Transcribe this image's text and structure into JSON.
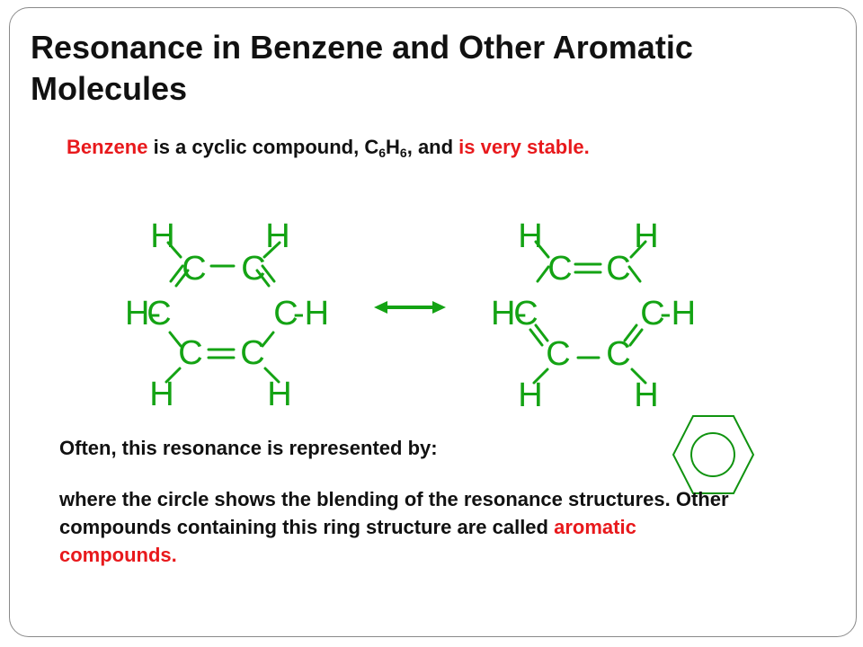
{
  "title": "Resonance in Benzene and Other Aromatic Molecules",
  "intro": {
    "part1": "Benzene",
    "part2": " is a cyclic compound, C",
    "sub1": "6",
    "part3": "H",
    "sub2": "6",
    "part4": ", and ",
    "part5": "is very stable."
  },
  "structure_labels": {
    "carbon": "C",
    "hydrogen": "H",
    "left_hydrogen": "H-",
    "right_hydrogen": "-H"
  },
  "often_text": "Often, this resonance is represented by:",
  "where_text": {
    "part1": "where the circle shows the blending of the resonance structures.  Other compounds containing this ring structure are called ",
    "part2": "aromatic compounds."
  },
  "colors": {
    "structure": "#14a314",
    "highlight": "#e8191c",
    "text": "#111111",
    "ring": "#109310"
  }
}
